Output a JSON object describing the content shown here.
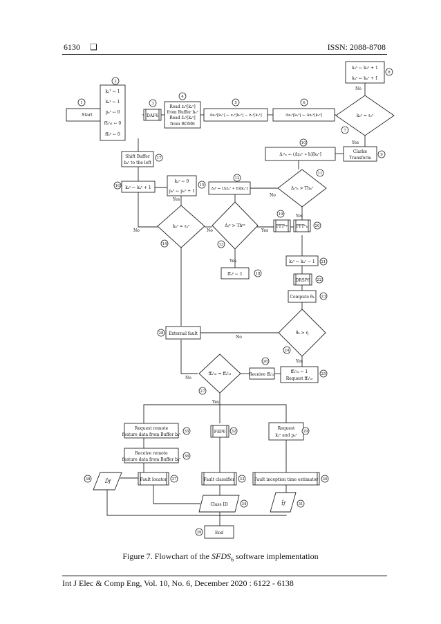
{
  "header": {
    "page": "6130",
    "issn": "ISSN: 2088-8708"
  },
  "caption": {
    "prefix": "Figure 7. Flowchart of the ",
    "symbol": "SFDS",
    "sub": "6",
    "suffix": " software implementation"
  },
  "footer": "Int J Elec & Comp Eng, Vol. 10, No. 6, December 2020 : 6122 - 6138",
  "flow": {
    "start": "Start",
    "init": [
      "k₂ᵀ ← 1",
      "kₐˢ ← 1",
      "pₐˢ ← 0",
      "ffₐᵗₒₗ ← 0",
      "ffₐᵖ ← 0"
    ],
    "daf": "DAF6",
    "read": [
      "Read zₐˢ[kₐˢ]",
      "from Buffer bₐˢ",
      "Read žₐˢ[kₐˢ]",
      "from ROM6"
    ],
    "diff5": "Δzₐˢ[kₐˢ] ← zₐˢ[kₐˢ] − žₐˢ[kₐˢ]",
    "diff6": "Δzₐˢ[kₐˢ] ← Δzₐˢ[kₐˢ]",
    "upd8": [
      "k₂ˢ ← k₂ˢ + 1",
      "kₐˢ ← kₐˢ + 1"
    ],
    "cond7": "k₂ˢ = ℓ₂ˢ",
    "clarke": [
      "Clarke",
      "Transform"
    ],
    "calc10": "Δⱼᵃₙ ← (Δzₐˢ ∗ h)[kₐˢ]",
    "cond11": "Δⱼᵃₙ > Thₙˢ",
    "calc12": "Δⱼᵖ ← (Δzₐˢ ∗ h)[kₐˢ]",
    "cond13": "Δⱼᵖ > Thᵖˢ",
    "pfp19": "PFPˢᵖ",
    "pfp20": "PFPˢₙ",
    "set18": "ffₐᵖ ← 1",
    "cond14": "kₐˢ = ℓₐˢ",
    "shift": [
      "Shift Buffer",
      "bₐˢ to the left"
    ],
    "reset15": [
      "kₐˢ ← 0",
      "pₐˢ ← pₐˢ + 1"
    ],
    "upd16": "kₐˢ ← kₐˢ + 1",
    "dec21": "k₂ˢ ← kₐˢ − 1",
    "drsp": "DRSP6",
    "compute": "Compute θ̂ₖ",
    "cond24": "θ̂ₖ > η",
    "external": "External fault",
    "req25": [
      "ffₐᵗₒₗ ← 1",
      "Request ffₐᵗₒₗ"
    ],
    "recv26": "Receive ffₐᵗₒₗ",
    "cond27": "ffₐᵗₒₗ = ffₐᵗₒₗ",
    "remote35": [
      "Request remote",
      "feature data from Buffer bₐˢ"
    ],
    "remote36": [
      "Receive remote",
      "feature data from Buffer bₐˢ"
    ],
    "fep": "FEP6",
    "req29": [
      "Request",
      "k₂ˢ and pₐˢ"
    ],
    "locator": "Fault locator",
    "classifier": "Fault classifier",
    "inception": "Fault inception time estimator",
    "dout": "D̂f",
    "classid": "Class ID",
    "tout": "t̂f",
    "end": "End",
    "yes": "Yes",
    "no": "No"
  }
}
